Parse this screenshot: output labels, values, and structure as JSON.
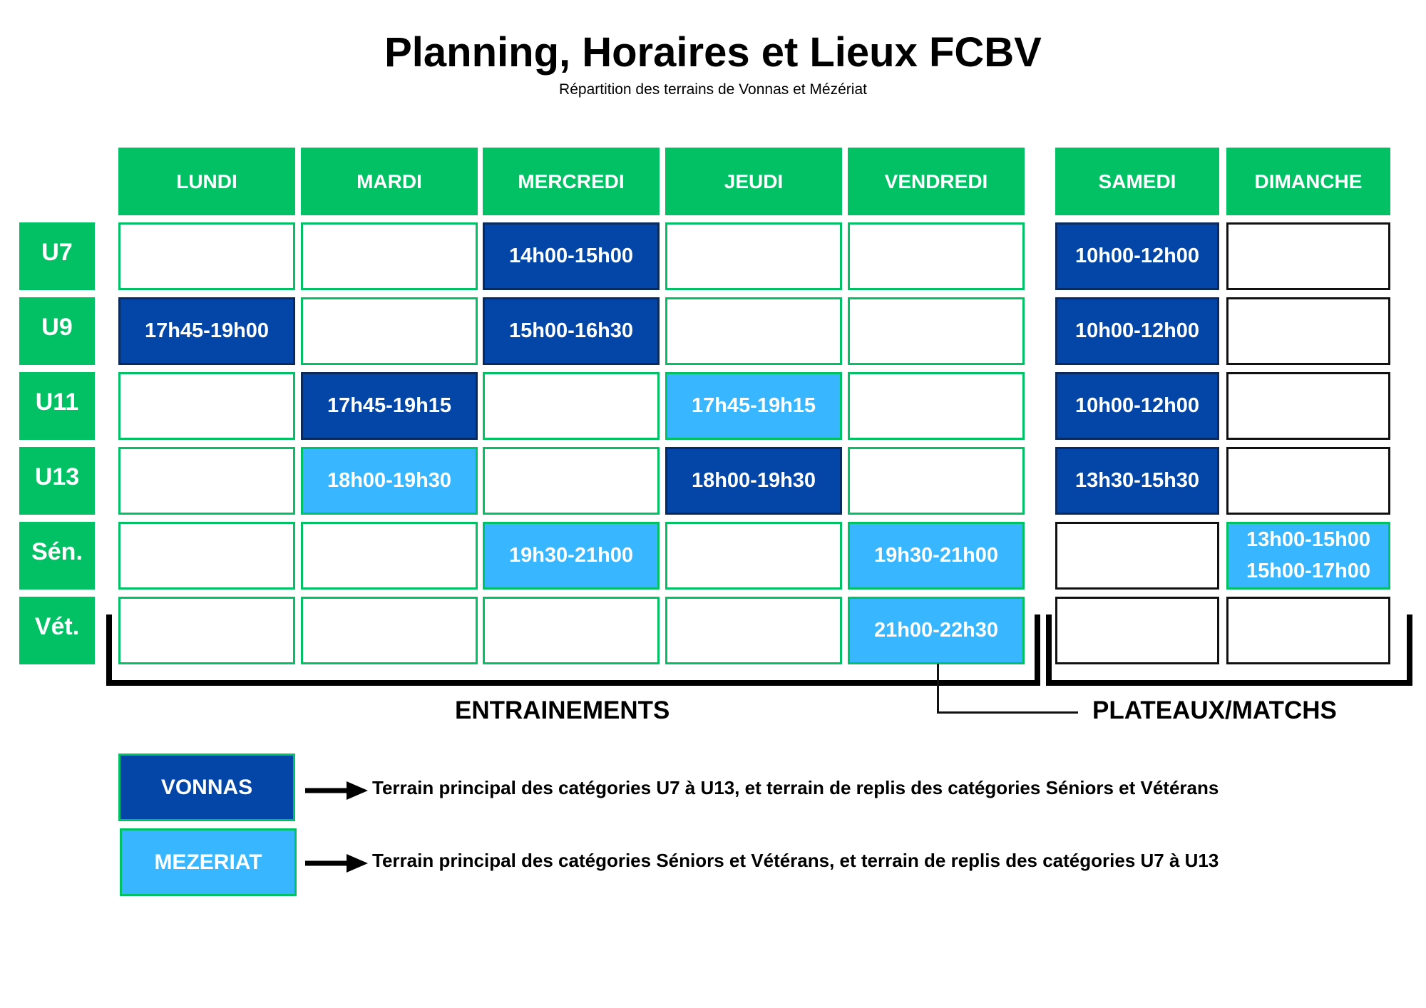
{
  "header": {
    "title": "Planning, Horaires et Lieux FCBV",
    "subtitle": "Répartition des terrains de Vonnas et Mézériat"
  },
  "days": [
    "LUNDI",
    "MARDI",
    "MERCREDI",
    "JEUDI",
    "VENDREDI",
    "SAMEDI",
    "DIMANCHE"
  ],
  "categories": [
    "U7",
    "U9",
    "U11",
    "U13",
    "Sén.",
    "Vét."
  ],
  "schedule": [
    [
      null,
      null,
      {
        "lines": [
          "14h00-15h00"
        ],
        "site": "vonnas"
      },
      null,
      null,
      {
        "lines": [
          "10h00-12h00"
        ],
        "site": "vonnas"
      },
      null
    ],
    [
      {
        "lines": [
          "17h45-19h00"
        ],
        "site": "vonnas"
      },
      null,
      {
        "lines": [
          "15h00-16h30"
        ],
        "site": "vonnas"
      },
      null,
      null,
      {
        "lines": [
          "10h00-12h00"
        ],
        "site": "vonnas"
      },
      null
    ],
    [
      null,
      {
        "lines": [
          "17h45-19h15"
        ],
        "site": "vonnas"
      },
      null,
      {
        "lines": [
          "17h45-19h15"
        ],
        "site": "mezeriat"
      },
      null,
      {
        "lines": [
          "10h00-12h00"
        ],
        "site": "vonnas"
      },
      null
    ],
    [
      null,
      {
        "lines": [
          "18h00-19h30"
        ],
        "site": "mezeriat"
      },
      null,
      {
        "lines": [
          "18h00-19h30"
        ],
        "site": "vonnas"
      },
      null,
      {
        "lines": [
          "13h30-15h30"
        ],
        "site": "vonnas"
      },
      null
    ],
    [
      null,
      null,
      {
        "lines": [
          "19h30-21h00"
        ],
        "site": "mezeriat"
      },
      null,
      {
        "lines": [
          "19h30-21h00"
        ],
        "site": "mezeriat"
      },
      null,
      {
        "lines": [
          "13h00-15h00",
          "15h00-17h00"
        ],
        "site": "mezeriat"
      }
    ],
    [
      null,
      null,
      null,
      null,
      {
        "lines": [
          "21h00-22h30"
        ],
        "site": "mezeriat"
      },
      null,
      null
    ]
  ],
  "groups": {
    "training": "ENTRAINEMENTS",
    "matches": "PLATEAUX/MATCHS"
  },
  "legend": [
    {
      "name": "VONNAS",
      "color": "#0346a8",
      "text": "Terrain principal des catégories U7 à U13, et terrain de replis des catégories Séniors et Vétérans"
    },
    {
      "name": "MEZERIAT",
      "color": "#38b6ff",
      "text": "Terrain principal des catégories Séniors et Vétérans, et terrain de replis des catégories U7 à U13"
    }
  ],
  "colors": {
    "header_green": "#02c064",
    "vonnas": "#0346a8",
    "mezeriat": "#38b6ff"
  }
}
